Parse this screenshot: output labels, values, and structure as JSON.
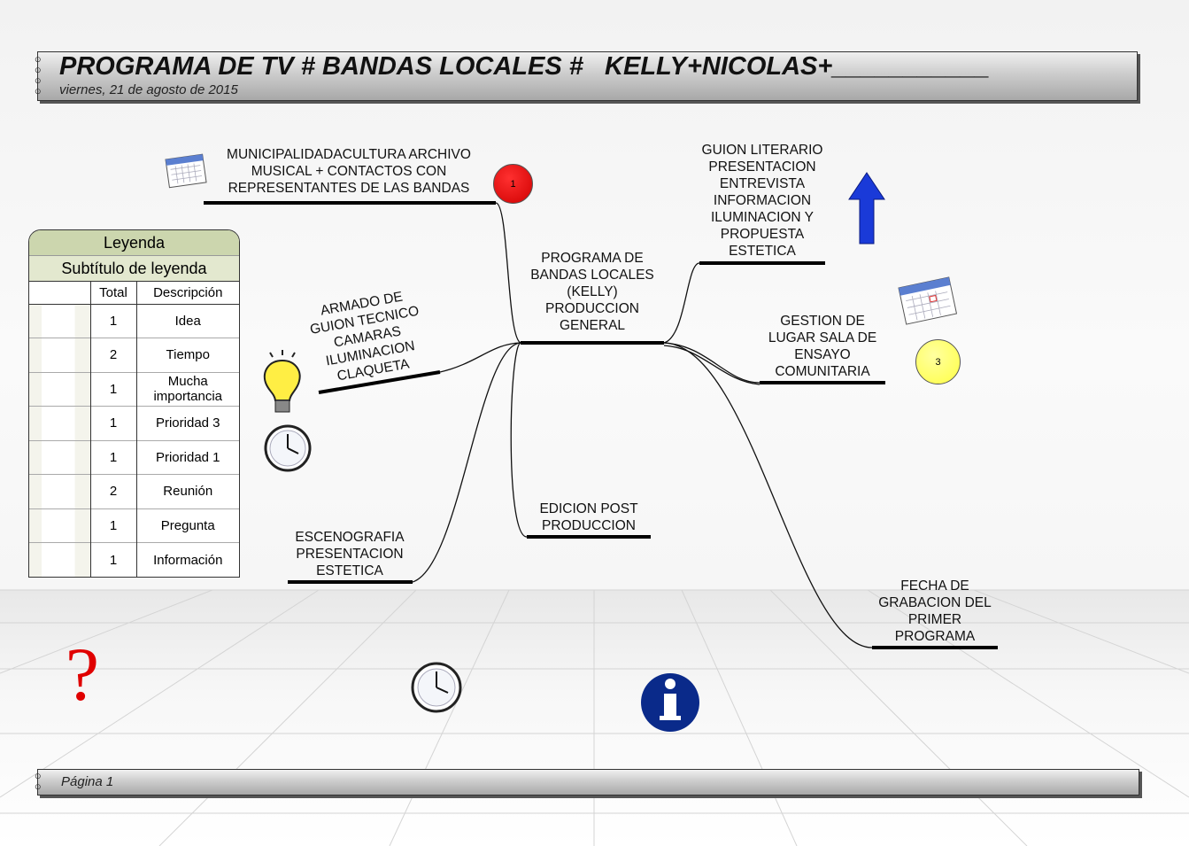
{
  "header": {
    "title": "PROGRAMA DE TV # BANDAS LOCALES #   KELLY+NICOLAS+___________",
    "date": "viernes, 21 de agosto de 2015"
  },
  "footer": {
    "page": "Página 1"
  },
  "legend": {
    "title": "Leyenda",
    "subtitle": "Subtítulo de leyenda",
    "col_total": "Total",
    "col_desc": "Descripción",
    "rows": [
      {
        "total": "1",
        "desc": "Idea"
      },
      {
        "total": "2",
        "desc": "Tiempo"
      },
      {
        "total": "1",
        "desc": "Mucha importancia"
      },
      {
        "total": "1",
        "desc": "Prioridad 3"
      },
      {
        "total": "1",
        "desc": "Prioridad 1"
      },
      {
        "total": "2",
        "desc": "Reunión"
      },
      {
        "total": "1",
        "desc": "Pregunta"
      },
      {
        "total": "1",
        "desc": "Información"
      }
    ]
  },
  "nodes": {
    "central": "PROGRAMA DE\nBANDAS LOCALES\n(KELLY)\nPRODUCCION\nGENERAL",
    "municipalidad": "MUNICIPALIDADACULTURA ARCHIVO\nMUSICAL   + CONTACTOS CON\nREPRESENTANTES DE LAS BANDAS",
    "armado": "ARMADO DE\nGUION TECNICO\nCAMARAS\nILUMINACION\nCLAQUETA",
    "escenografia": "ESCENOGRAFIA\nPRESENTACION\nESTETICA",
    "edicion": "EDICION POST\nPRODUCCION",
    "guion": "GUION LITERARIO\nPRESENTACION\nENTREVISTA\nINFORMACION\nILUMINACION Y\nPROPUESTA\nESTETICA",
    "gestion": "GESTION DE\nLUGAR SALA DE\nENSAYO\nCOMUNITARIA",
    "fecha": "FECHA DE\nGRABACION DEL\nPRIMER\nPROGRAMA"
  },
  "markers": {
    "priority1": "1",
    "priority3": "3"
  },
  "colors": {
    "legend_header": "#ccd6ae",
    "priority1": "#e00000",
    "priority3": "#ffff66",
    "info": "#0a2a8a",
    "arrow": "#1a3ad8"
  }
}
